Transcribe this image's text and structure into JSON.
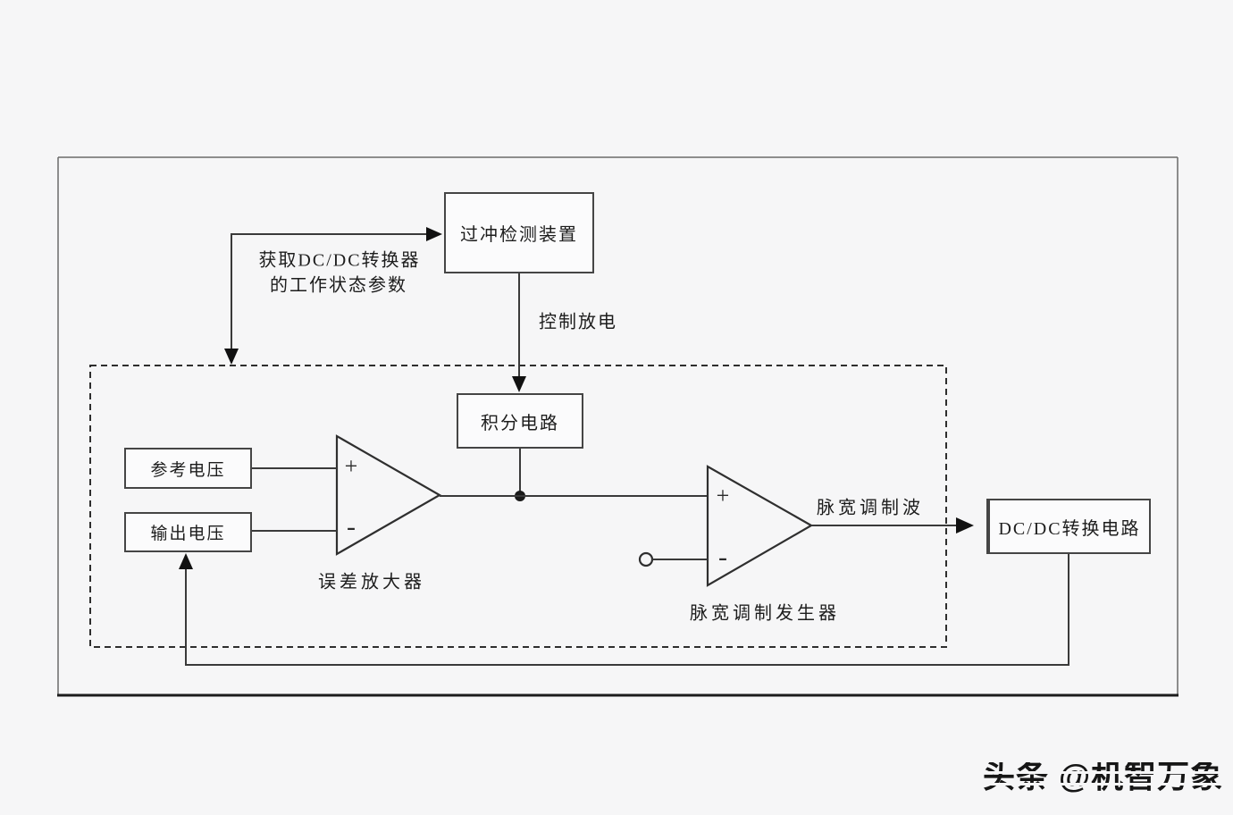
{
  "canvas": {
    "background": "#f6f6f7",
    "line_color": "#3a3a3a",
    "frame_bottom_color": "#1c1c1c"
  },
  "boxes": {
    "overshoot_detector": {
      "label": "过冲检测装置"
    },
    "integral_circuit": {
      "label": "积分电路"
    },
    "reference_voltage": {
      "label": "参考电压"
    },
    "output_voltage": {
      "label": "输出电压"
    },
    "dcdc_converter": {
      "label": "DC/DC转换电路"
    }
  },
  "labels": {
    "acquire_params_line1": "获取DC/DC转换器",
    "acquire_params_line2": "的工作状态参数",
    "control_discharge": "控制放电",
    "error_amplifier": "误差放大器",
    "pwm_generator": "脉宽调制发生器",
    "pwm_wave": "脉宽调制波",
    "plus": "+",
    "minus": "-"
  },
  "watermark": {
    "text": "头条 @机智万象"
  }
}
